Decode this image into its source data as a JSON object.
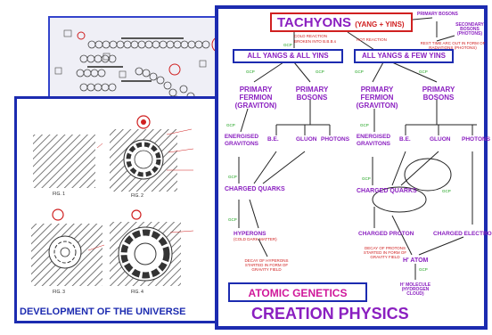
{
  "left_panel": {
    "title": "DEVELOPMENT OF THE UNIVERSE",
    "figures": [
      "FIG. 1",
      "FIG. 2",
      "FIG. 3",
      "FIG. 4"
    ]
  },
  "right_panel": {
    "title": "CREATION PHYSICS",
    "top_node": {
      "label": "TACHYONS",
      "suffix": "(YANG + YINS)"
    },
    "reaction_cold": "COLD REACTION",
    "broken_into": "BROKEN INTO B.B.B.s",
    "reaction_hot": "HOT REACTION",
    "primary_bosons_top": "PRIMARY BOSONS",
    "secondary_bosons": "SECONDARY BOSONS (PHOTONS)",
    "rest_time_note": "REST TIME ARC OUT IN FORM OF RADIATIONS (PHOTONS)",
    "branch_left": "ALL YANGS & ALL YINS",
    "branch_right": "ALL YANGS & FEW YINS",
    "left": {
      "primary_fermion": "PRIMARY FERMION (GRAVITON)",
      "primary_bosons": "PRIMARY BOSONS",
      "energised_gravitons": "ENERGISED GRAVITONS",
      "be": "B.E.",
      "gluon": "GLUON",
      "photons": "PHOTONS",
      "charged_quarks": "CHARGED QUARKS",
      "hyperons": "HYPERONS",
      "hyperons_sub": "(COLD DARK MATTER)",
      "decay_note": "DECAY OF HYPERONS STARTED IN FORM OF GRAVITY FIELD"
    },
    "right": {
      "primary_fermion": "PRIMARY FERMION (GRAVITON)",
      "primary_bosons": "PRIMARY BOSONS",
      "energised_gravitons": "ENERGISED GRAVITONS",
      "be": "B.E.",
      "gluon": "GLUON",
      "photons": "PHOTONS",
      "charged_quarks": "CHARGED QUARKS",
      "charged_proton": "CHARGED PROTON",
      "charged_electron": "CHARGED ELECTRON",
      "decay_note": "DECAY OF PROTONS STARTED IN FORM OF GRAVITY FIELD",
      "h_atom": "H' ATOM",
      "h_molecule": "H' MOLECULE (HYDROGEN CLOUD)"
    },
    "atomic_genetics": "ATOMIC GENETICS",
    "gcp": "GCP"
  },
  "colors": {
    "frame_blue": "#1c2bb0",
    "title_purple": "#8a1fc0",
    "annotation_red": "#d02020",
    "genetics_magenta": "#d0189a",
    "gcp_green": "#18a018"
  }
}
